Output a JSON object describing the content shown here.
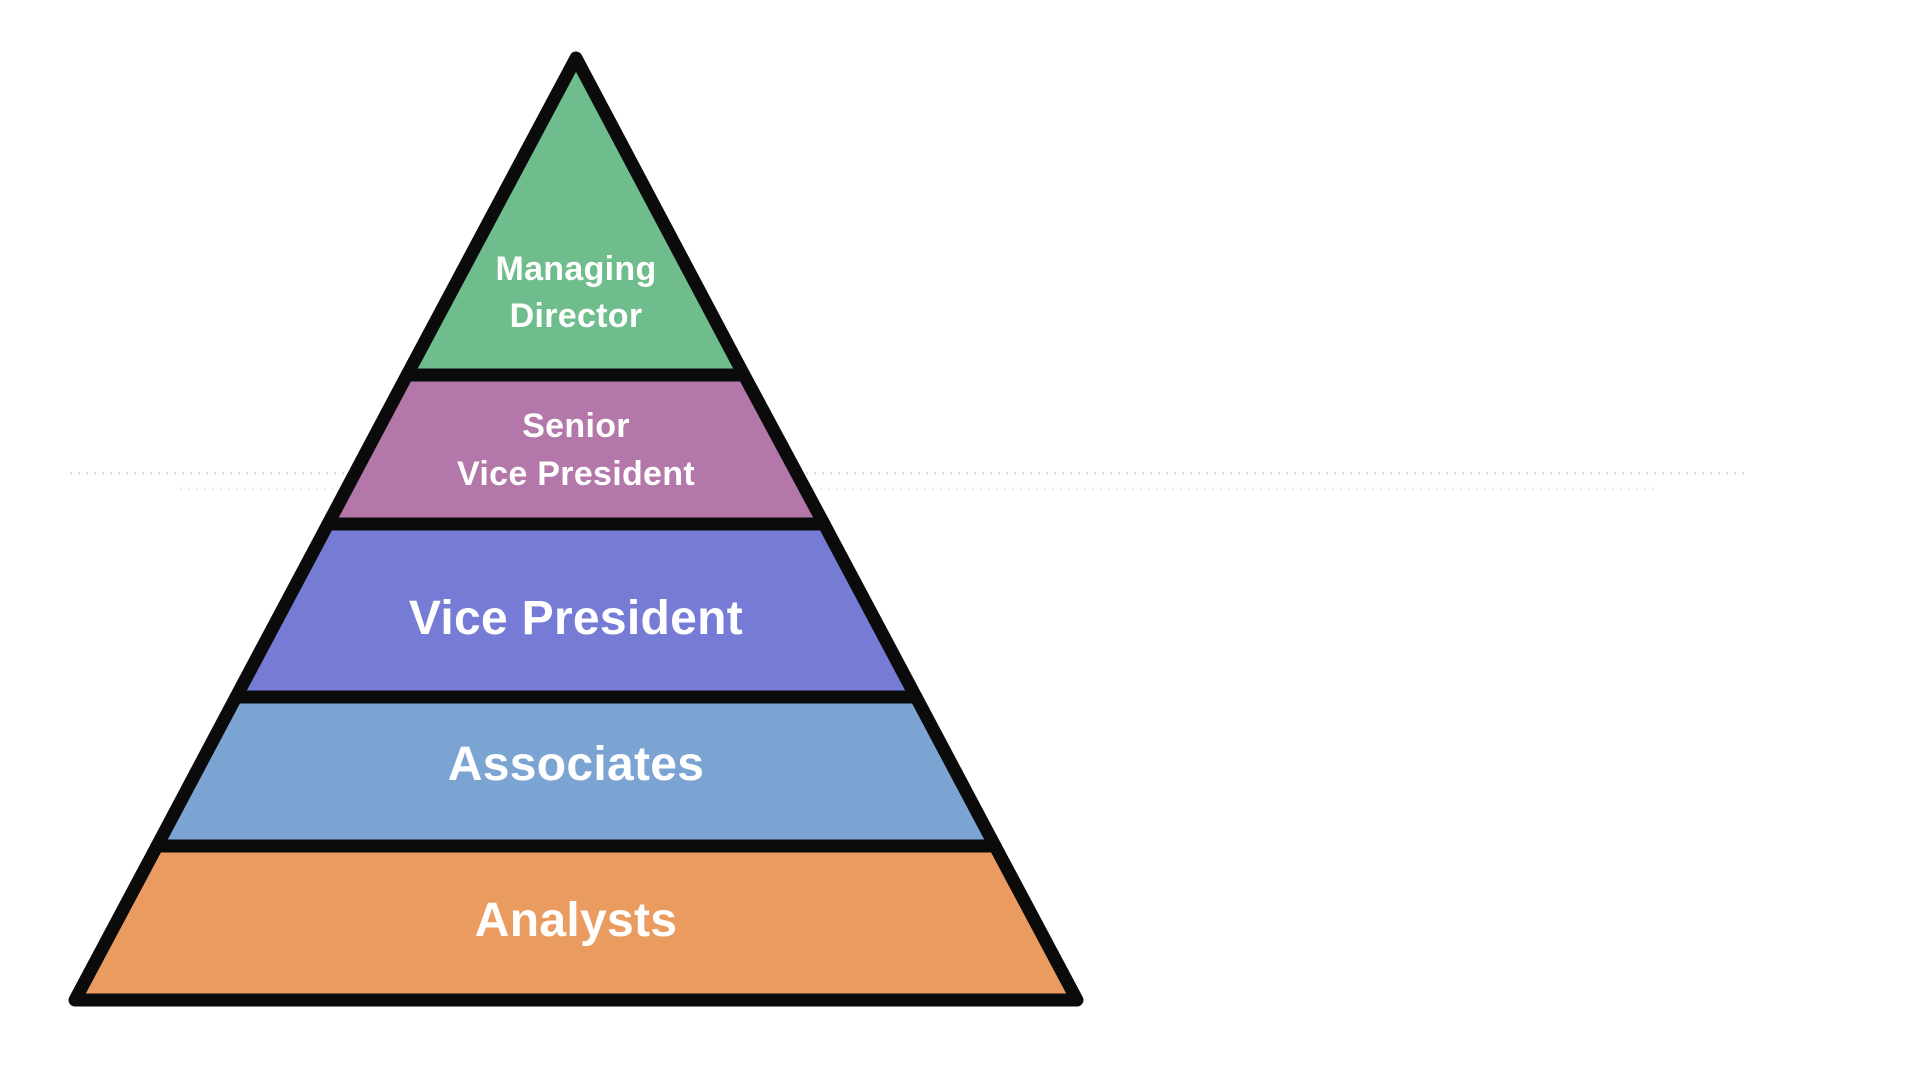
{
  "background_color": "#ffffff",
  "pyramid": {
    "outline_color": "#0b0b0b",
    "label_color": "#ffffff",
    "levels": [
      {
        "id": "managing-director",
        "label_lines": [
          "Managing",
          "Director"
        ],
        "color": "#6FBD8D"
      },
      {
        "id": "senior-vice-president",
        "label_lines": [
          "Senior",
          "Vice President"
        ],
        "color": "#B377A9"
      },
      {
        "id": "vice-president",
        "label_lines": [
          "Vice President"
        ],
        "color": "#767BD6"
      },
      {
        "id": "associates",
        "label_lines": [
          "Associates"
        ],
        "color": "#7BA4D3"
      },
      {
        "id": "analysts",
        "label_lines": [
          "Analysts"
        ],
        "color": "#EA9B60"
      }
    ]
  }
}
